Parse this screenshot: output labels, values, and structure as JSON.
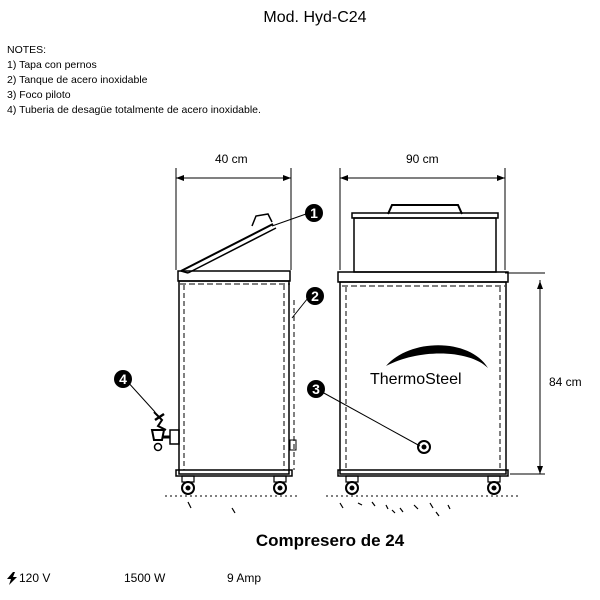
{
  "title": "Mod. Hyd-C24",
  "notes": {
    "heading": "NOTES:",
    "items": [
      "1) Tapa con pernos",
      "2) Tanque de acero inoxidable",
      "3) Foco piloto",
      "4) Tuberia de desagüe totalmente de acero inoxidable."
    ]
  },
  "dimensions": {
    "side_width": "40 cm",
    "front_width": "90 cm",
    "height": "84 cm"
  },
  "callouts": [
    "1",
    "2",
    "3",
    "4"
  ],
  "brand": "ThermoSteel",
  "caption": "Compresero de 24",
  "specs": {
    "voltage_icon": "lightning-bolt-icon",
    "voltage": "120 V",
    "power": "1500 W",
    "current": "9 Amp"
  }
}
